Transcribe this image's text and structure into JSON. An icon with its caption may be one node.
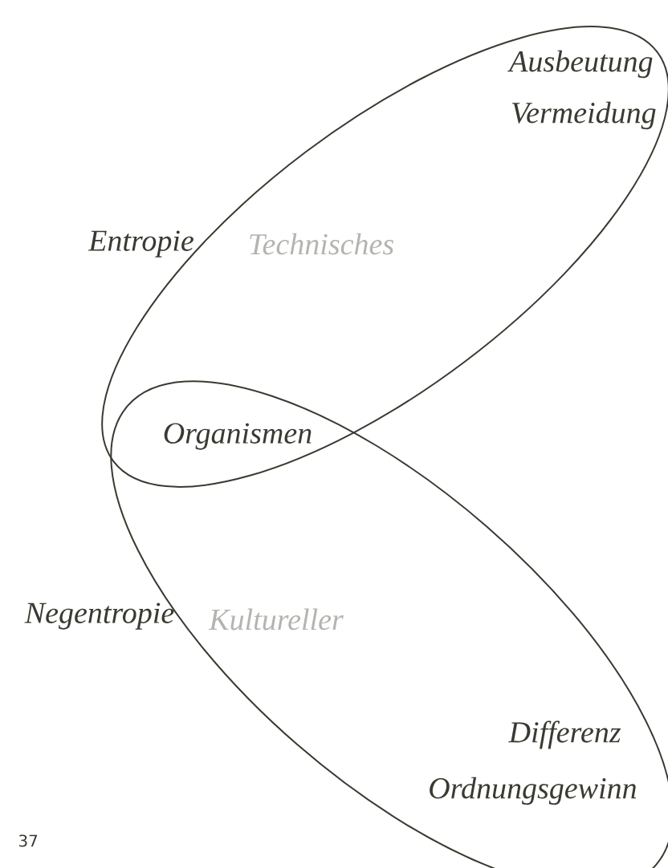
{
  "diagram": {
    "nodes": [
      {
        "text": [
          "Ausbeutung",
          "Vermeidung",
          "Technisches"
        ]
      },
      {
        "text": [
          "Kultureller",
          "Differenz",
          "Ordnungsgewinn"
        ]
      }
    ],
    "labels": [
      "Entropie",
      "Organismen",
      "Negentropie",
      "37"
    ]
  }
}
